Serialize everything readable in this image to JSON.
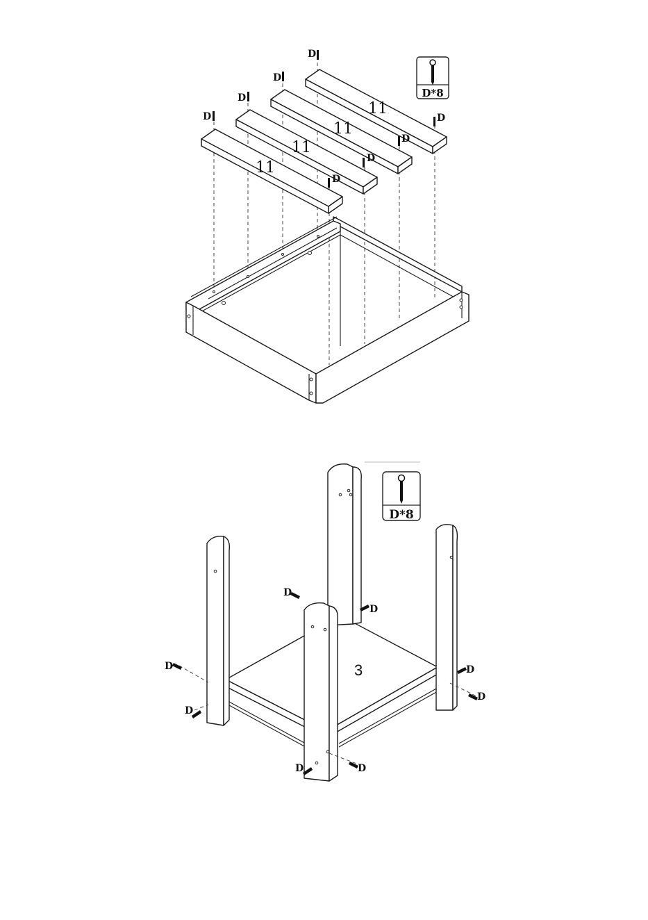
{
  "step1": {
    "screw_badge": "D*8",
    "slat_number": "11",
    "screw_letter": "D"
  },
  "step2": {
    "screw_badge": "D*8",
    "shelf_number": "3",
    "screw_letter": "D"
  }
}
